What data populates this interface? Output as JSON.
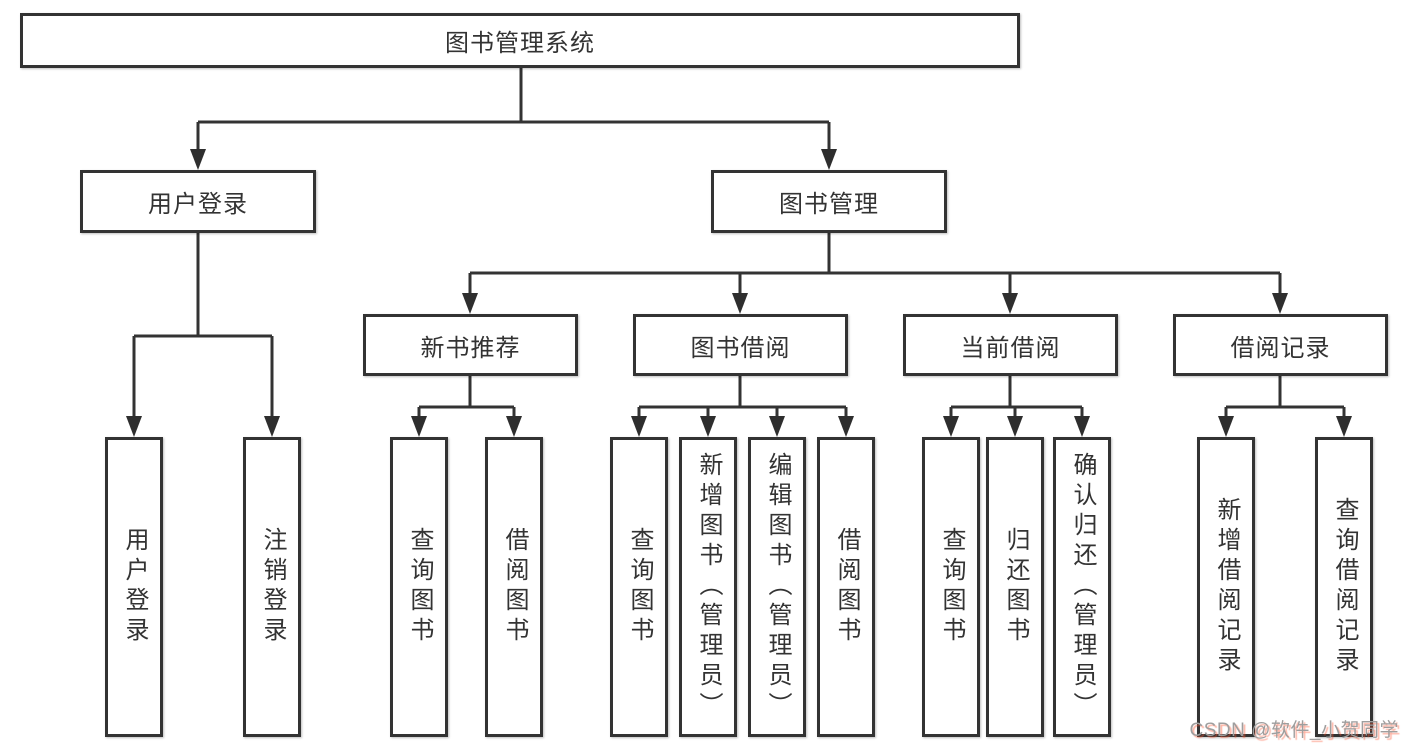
{
  "diagram": {
    "title": "图书管理系统",
    "root": {
      "label": "图书管理系统"
    },
    "level2": [
      {
        "label": "用户登录"
      },
      {
        "label": "图书管理"
      }
    ],
    "level3": [
      {
        "label": "新书推荐"
      },
      {
        "label": "图书借阅"
      },
      {
        "label": "当前借阅"
      },
      {
        "label": "借阅记录"
      }
    ],
    "leaves": [
      {
        "label": "用户登录"
      },
      {
        "label": "注销登录"
      },
      {
        "label": "查询图书"
      },
      {
        "label": "借阅图书"
      },
      {
        "label": "查询图书"
      },
      {
        "label": "新增图书（管理员）"
      },
      {
        "label": "编辑图书（管理员）"
      },
      {
        "label": "借阅图书"
      },
      {
        "label": "查询图书"
      },
      {
        "label": "归还图书"
      },
      {
        "label": "确认归还（管理员）"
      },
      {
        "label": "新增借阅记录"
      },
      {
        "label": "查询借阅记录"
      }
    ]
  },
  "watermark": {
    "text": "CSDN @软件_小贺同学",
    "color": "#9e9e9e",
    "shadow_color": "#fc5531"
  },
  "colors": {
    "line": "#333333",
    "box_border": "#333333",
    "box_background": "#ffffff",
    "text": "#333333",
    "page_background": "#ffffff"
  }
}
